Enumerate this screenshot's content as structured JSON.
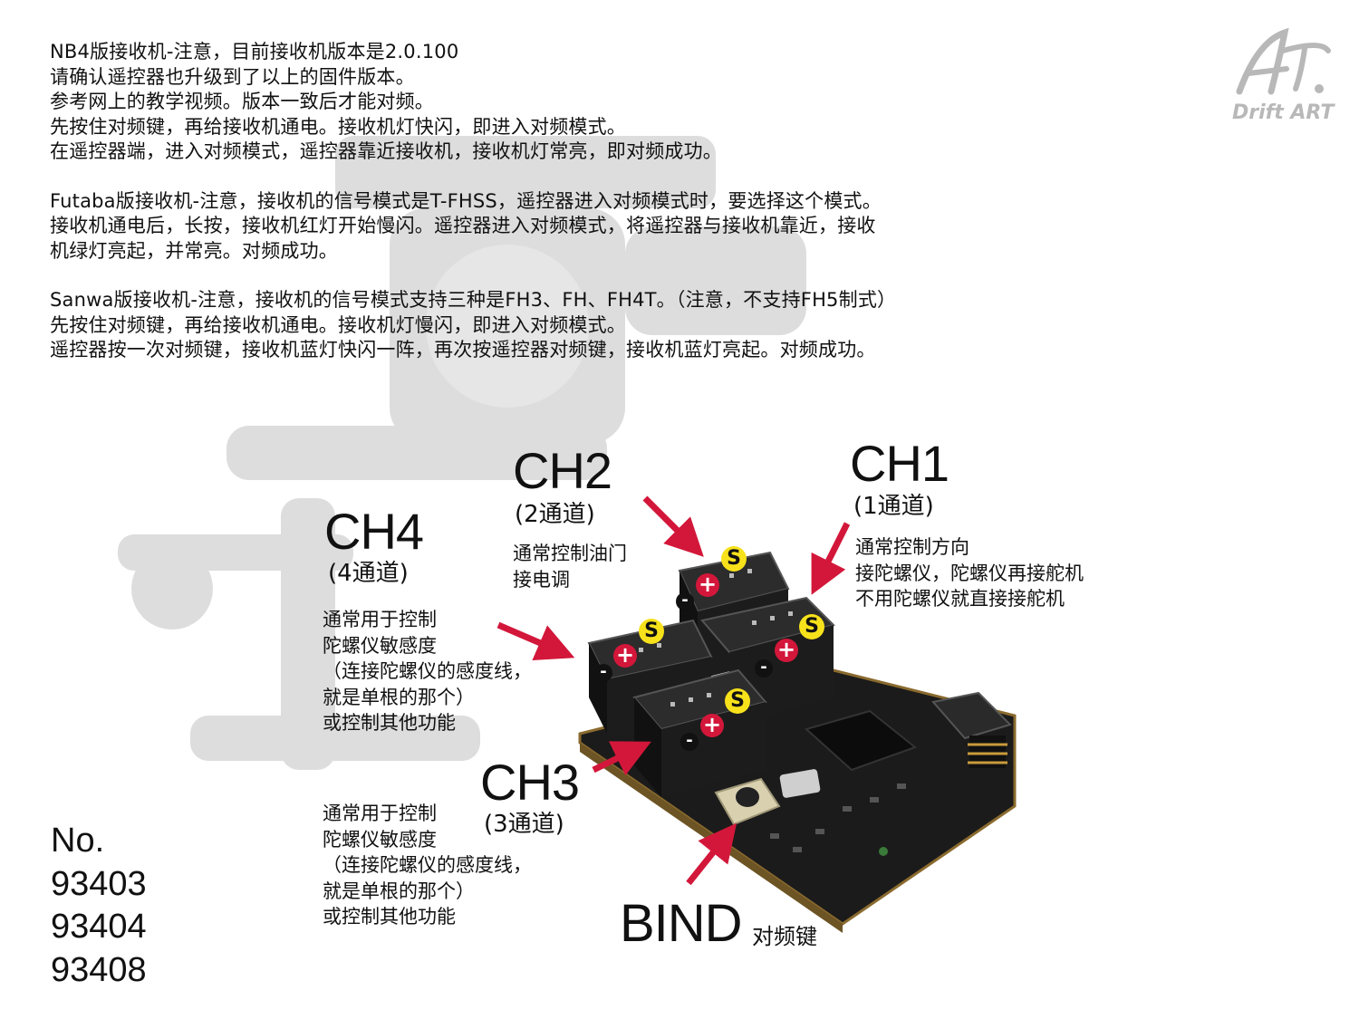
{
  "instructions": {
    "nb4": [
      "NB4版接收机-注意，目前接收机版本是2.0.100",
      "请确认遥控器也升级到了以上的固件版本。",
      "参考网上的教学视频。版本一致后才能对频。",
      "先按住对频键，再给接收机通电。接收机灯快闪，即进入对频模式。",
      "在遥控器端，进入对频模式，遥控器靠近接收机，接收机灯常亮，即对频成功。"
    ],
    "futaba": [
      "Futaba版接收机-注意，接收机的信号模式是T-FHSS，遥控器进入对频模式时，要选择这个模式。",
      "接收机通电后，长按，接收机红灯开始慢闪。遥控器进入对频模式，将遥控器与接收机靠近，接收",
      "机绿灯亮起，并常亮。对频成功。"
    ],
    "sanwa": [
      "Sanwa版接收机-注意，接收机的信号模式支持三种是FH3、FH、FH4T。（注意，不支持FH5制式）",
      "先按住对频键，再给接收机通电。接收机灯慢闪，即进入对频模式。",
      "遥控器按一次对频键，接收机蓝灯快闪一阵，再次按遥控器对频键，接收机蓝灯亮起。对频成功。"
    ]
  },
  "logo": {
    "text": "Drift ART"
  },
  "channels": {
    "ch1": {
      "title": "CH1",
      "sub": "(1通道)",
      "note": "通常控制方向\n接陀螺仪，陀螺仪再接舵机\n不用陀螺仪就直接接舵机"
    },
    "ch2": {
      "title": "CH2",
      "sub": "(2通道)",
      "note": "通常控制油门\n接电调"
    },
    "ch3": {
      "title": "CH3",
      "sub": "(3通道)",
      "note": "通常用于控制\n陀螺仪敏感度\n（连接陀螺仪的感度线，\n就是单根的那个）\n或控制其他功能"
    },
    "ch4": {
      "title": "CH4",
      "sub": "(4通道)",
      "note": "通常用于控制\n陀螺仪敏感度\n（连接陀螺仪的感度线，\n就是单根的那个）\n或控制其他功能"
    }
  },
  "pin_labels": {
    "signal": "S",
    "plus": "+",
    "minus": "-"
  },
  "bind": {
    "title": "BIND",
    "sub": "对频键"
  },
  "model": {
    "prefix": "No.",
    "numbers": [
      "93403",
      "93404",
      "93408"
    ]
  },
  "colors": {
    "arrow": "#d3173a",
    "signal_badge": "#f7e11b",
    "plus_badge": "#d3173a",
    "minus_badge": "#111111",
    "board": "#1b1b1b"
  }
}
